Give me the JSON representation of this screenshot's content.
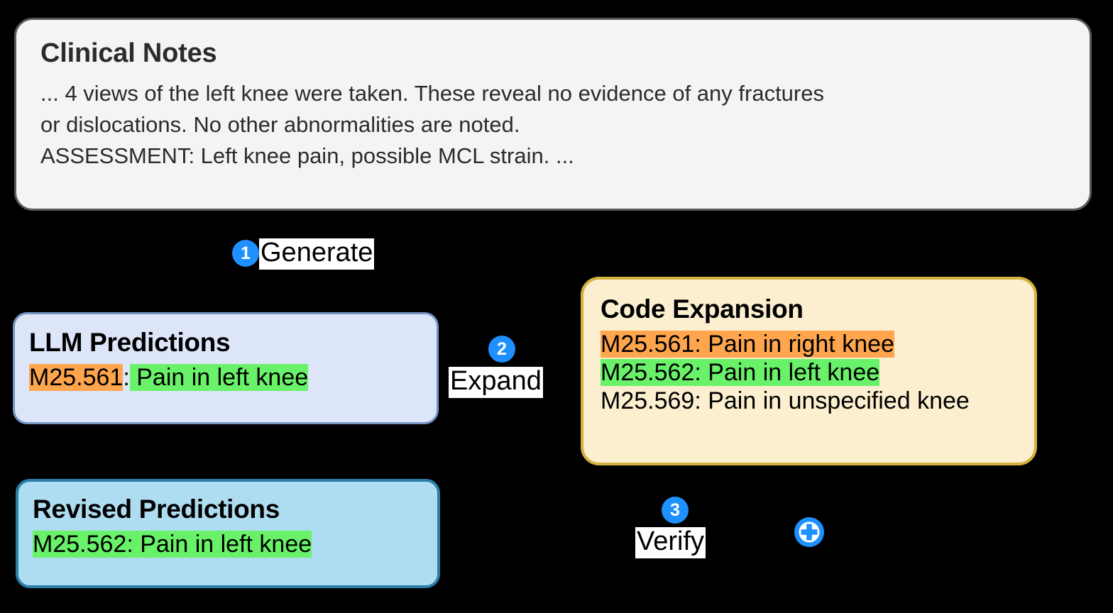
{
  "diagram": {
    "title": "Clinical coding LLM verification pipeline",
    "background_color": "#000000"
  },
  "clinical_notes": {
    "title": "Clinical Notes",
    "line1": "... 4 views of the left knee were taken. These reveal no evidence of any fractures",
    "line2": "or dislocations. No other abnormalities are noted.",
    "line3": "ASSESSMENT: Left knee pain, possible MCL strain. ...",
    "fill_color": "#f4f4f4",
    "border_color": "#5a5a5a"
  },
  "steps": [
    {
      "number": "1",
      "label": "Generate",
      "badge_color": "#1e90ff"
    },
    {
      "number": "2",
      "label": "Expand",
      "badge_color": "#1e90ff"
    },
    {
      "number": "3",
      "label": "Verify",
      "badge_color": "#1e90ff"
    }
  ],
  "llm_predictions": {
    "title": "LLM Predictions",
    "fill_color": "#dce6f8",
    "border_color": "#7694c4",
    "rows": [
      {
        "code": "M25.561",
        "separator": ":",
        "description": " Pain in left knee",
        "code_highlight": "orange",
        "separator_highlight": "none",
        "description_highlight": "green"
      }
    ]
  },
  "code_expansion": {
    "title": "Code Expansion",
    "fill_color": "#fbefcf",
    "border_color": "#d4b13f",
    "rows": [
      {
        "text": "M25.561: Pain in right knee",
        "highlight": "orange"
      },
      {
        "text": "M25.562: Pain in left knee",
        "highlight": "green"
      },
      {
        "text": "M25.569: Pain in unspecified knee",
        "highlight": "none"
      }
    ]
  },
  "revised_predictions": {
    "title": "Revised Predictions",
    "fill_color": "#aedcf0",
    "border_color": "#2a7fa8",
    "rows": [
      {
        "text": "M25.562: Pain in left knee",
        "highlight": "green"
      }
    ]
  },
  "icons": {
    "medical_plus": {
      "name": "medical-plus-icon",
      "ring_color": "#1e90ff",
      "inner_color": "#ffffff"
    }
  },
  "highlight_colors": {
    "orange": "#ffa54d",
    "green": "#69f269"
  }
}
